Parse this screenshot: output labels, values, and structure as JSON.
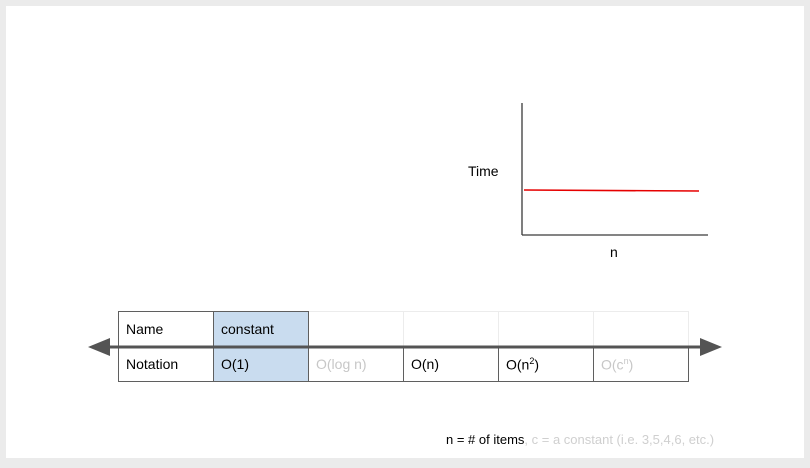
{
  "graph": {
    "y_label": "Time",
    "x_label": "n",
    "line_color": "#e60000"
  },
  "table": {
    "row1": {
      "header": "Name",
      "cells": [
        "constant",
        "",
        "",
        "",
        ""
      ]
    },
    "row2": {
      "header": "Notation",
      "cells": [
        {
          "base": "O(1)",
          "sup": "",
          "tail": ""
        },
        {
          "base": "O(log n)",
          "sup": "",
          "tail": ""
        },
        {
          "base": "O(n)",
          "sup": "",
          "tail": ""
        },
        {
          "base": "O(n",
          "sup": "2",
          "tail": ")"
        },
        {
          "base": "O(c",
          "sup": "n",
          "tail": ")"
        }
      ]
    }
  },
  "footer": {
    "main": "n = # of items",
    "rest": ", c = a constant (i.e. 3,5,4,6, etc.)"
  },
  "colors": {
    "highlight": "#c9dcef",
    "dim_text": "#c7c7c7",
    "arrow": "#545454"
  }
}
